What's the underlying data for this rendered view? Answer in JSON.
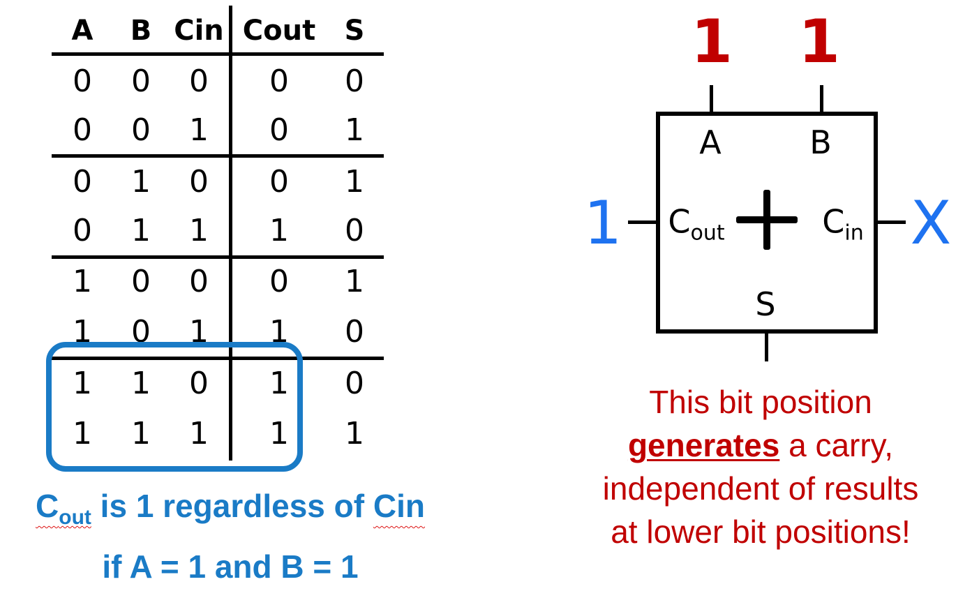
{
  "truth_table": {
    "headers": [
      "A",
      "B",
      "Cin",
      "Cout",
      "S"
    ],
    "rows": [
      [
        "0",
        "0",
        "0",
        "0",
        "0"
      ],
      [
        "0",
        "0",
        "1",
        "0",
        "1"
      ],
      [
        "0",
        "1",
        "0",
        "0",
        "1"
      ],
      [
        "0",
        "1",
        "1",
        "1",
        "0"
      ],
      [
        "1",
        "0",
        "0",
        "0",
        "1"
      ],
      [
        "1",
        "0",
        "1",
        "1",
        "0"
      ],
      [
        "1",
        "1",
        "0",
        "1",
        "0"
      ],
      [
        "1",
        "1",
        "1",
        "1",
        "1"
      ]
    ]
  },
  "left_caption": {
    "c": "C",
    "out": "out",
    "rest_line1": " is 1 regardless of ",
    "cin": "Cin",
    "line2": "if A = 1 and B = 1"
  },
  "adder": {
    "input_a_value": "1",
    "input_b_value": "1",
    "port_a": "A",
    "port_b": "B",
    "port_cout_c": "C",
    "port_cout_sub": "out",
    "port_cin_c": "C",
    "port_cin_sub": "in",
    "port_s": "S",
    "cout_value": "1",
    "cin_value": "X"
  },
  "right_caption": {
    "line1": "This bit position",
    "generates": "generates",
    "line2_rest": " a carry,",
    "line3": "independent of results",
    "line4": "at lower bit positions!"
  },
  "colors": {
    "highlight_blue": "#1a7bc6",
    "input_red": "#c00000",
    "value_blue": "#1e72f0",
    "caption_red": "#c00000"
  }
}
